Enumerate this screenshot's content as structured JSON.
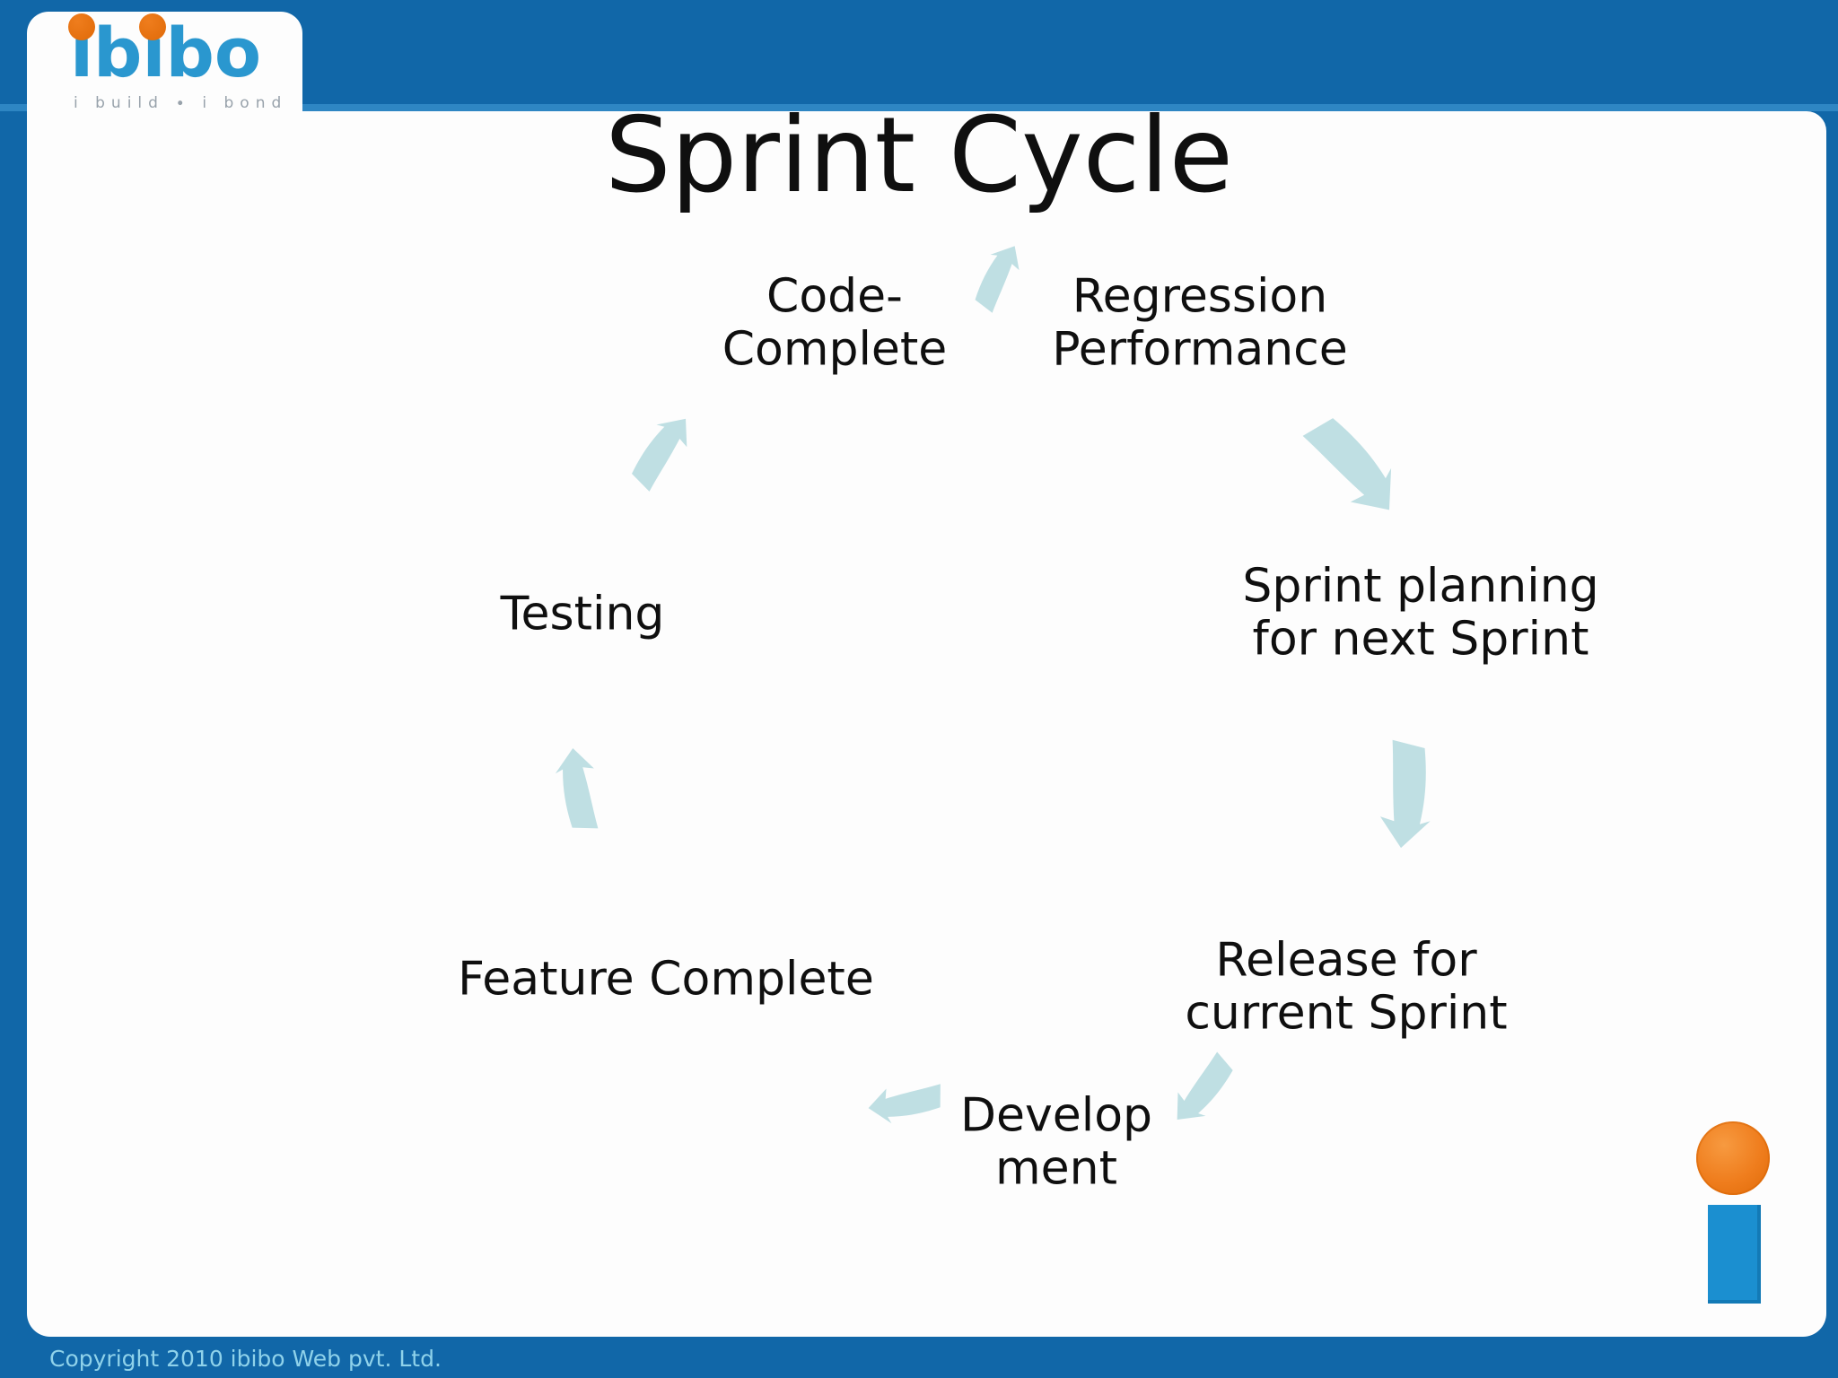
{
  "page": {
    "title": "Sprint Cycle"
  },
  "logo": {
    "brand": "ibibo",
    "tagline": "i build ∙ i bond"
  },
  "cycle": {
    "nodes": [
      {
        "id": "code-complete",
        "label": "Code-\nComplete"
      },
      {
        "id": "regression",
        "label": "Regression\nPerformance"
      },
      {
        "id": "sprint-planning",
        "label": "Sprint planning\nfor next Sprint"
      },
      {
        "id": "release",
        "label": "Release for\ncurrent Sprint"
      },
      {
        "id": "development",
        "label": "Develop\nment"
      },
      {
        "id": "feature-complete",
        "label": "Feature Complete"
      },
      {
        "id": "testing",
        "label": "Testing"
      }
    ],
    "arrows": [
      {
        "from": "code-complete",
        "to": "regression"
      },
      {
        "from": "regression",
        "to": "sprint-planning"
      },
      {
        "from": "sprint-planning",
        "to": "release"
      },
      {
        "from": "release",
        "to": "development"
      },
      {
        "from": "development",
        "to": "feature-complete"
      },
      {
        "from": "feature-complete",
        "to": "testing"
      },
      {
        "from": "testing",
        "to": "code-complete"
      }
    ]
  },
  "footer": {
    "copyright": "Copyright 2010 ibibo Web pvt. Ltd."
  },
  "colors": {
    "frame_blue": "#1167a8",
    "band_highlight": "#2e86c3",
    "panel_white": "#fdfdfd",
    "arrow_teal": "#bfdfe3",
    "text_black": "#0f0f0f",
    "logo_blue": "#2a97cf",
    "logo_orange": "#ef7d1d",
    "tagline_gray": "#98a2ab",
    "mark_blue": "#1b8fd0",
    "footer_text": "#8fd2ea"
  }
}
